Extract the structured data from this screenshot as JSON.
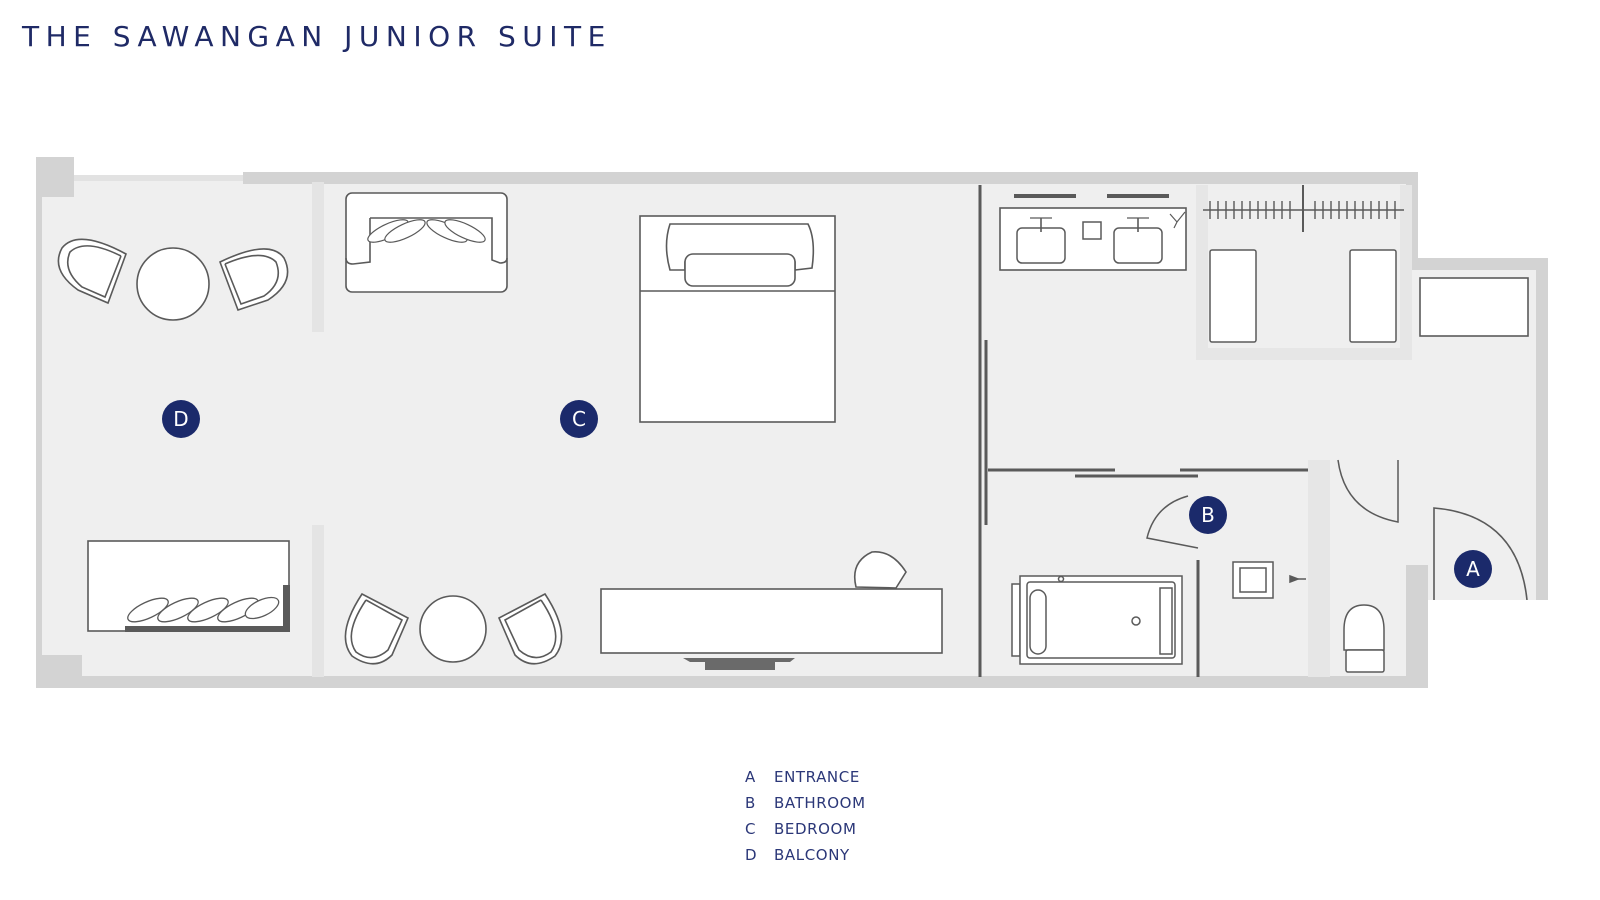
{
  "header": {
    "title": "THE SAWANGAN JUNIOR SUITE"
  },
  "colors": {
    "marker_fill": "#1b2a6b",
    "title_text": "#1f2a66",
    "legend_text": "#2b3778",
    "floor": "#efefef",
    "wall": "#d0d0d0",
    "line": "#5a5a5a"
  },
  "markers": [
    {
      "letter": "A",
      "room": "ENTRANCE"
    },
    {
      "letter": "B",
      "room": "BATHROOM"
    },
    {
      "letter": "C",
      "room": "BEDROOM"
    },
    {
      "letter": "D",
      "room": "BALCONY"
    }
  ],
  "legend": [
    {
      "key": "A",
      "label": "ENTRANCE"
    },
    {
      "key": "B",
      "label": "BATHROOM"
    },
    {
      "key": "C",
      "label": "BEDROOM"
    },
    {
      "key": "D",
      "label": "BALCONY"
    }
  ]
}
